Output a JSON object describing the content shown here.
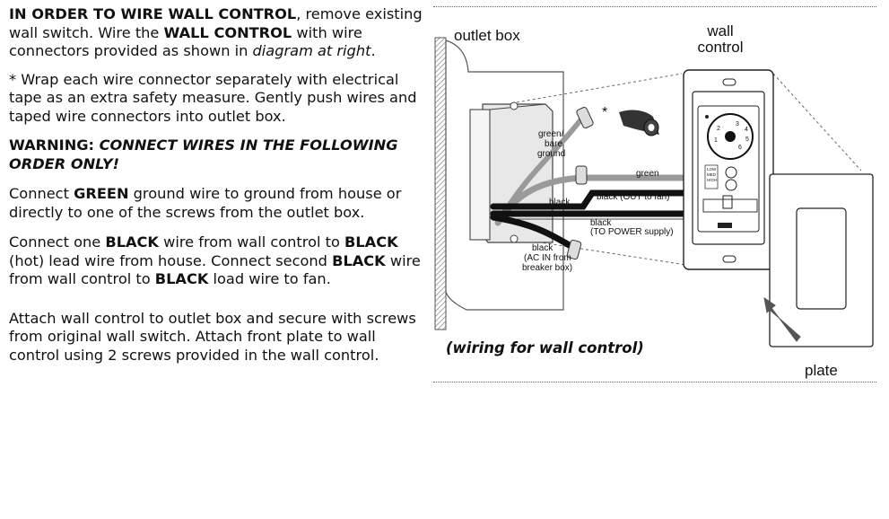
{
  "instructions": {
    "p1": {
      "a": "IN ORDER TO WIRE WALL CONTROL",
      "b": ", remove existing wall switch. Wire the ",
      "c": "WALL CONTROL",
      "d": " with wire connectors provided as shown in ",
      "e": "diagram at right",
      "f": "."
    },
    "p2": "* Wrap each wire connector separately with electrical tape as an extra safety measure. Gently push wires and taped wire connectors into outlet box.",
    "p3": {
      "a": "WARNING",
      "b": ": ",
      "c": "CONNECT WIRES IN THE FOLLOWING ORDER ONLY!"
    },
    "p4": {
      "a": "Connect ",
      "b": "GREEN",
      "c": " ground wire to ground from house or directly to one of the screws from the outlet box."
    },
    "p5": {
      "a": "Connect one ",
      "b": "BLACK",
      "c": " wire from wall control to ",
      "d": "BLACK",
      "e": " (hot) lead wire from house. Connect second ",
      "f": "BLACK",
      "g": " wire from wall control to ",
      "h": "BLACK",
      "i": " load wire to fan."
    },
    "p6": "Attach wall control to outlet box and secure with screws from original wall switch. Attach front plate to wall control using 2 screws provided in the wall control."
  },
  "diagram": {
    "outlet_box_label": "outlet box",
    "wall_control_label_1": "wall",
    "wall_control_label_2": "control",
    "ground_label_1": "green/",
    "ground_label_2": "bare",
    "ground_label_3": "ground",
    "asterisk": "*",
    "green_label": "green",
    "black_label": "black",
    "black_out_label": "black (OUT to fan)",
    "black_power_label_1": "black",
    "black_power_label_2": "(TO POWER supply)",
    "black_ac_label_1": "black",
    "black_ac_label_2": "(AC IN from",
    "black_ac_label_3": "breaker box)",
    "button_labels": [
      "3",
      "4",
      "5",
      "6",
      "1",
      "2"
    ],
    "speed_labels": [
      "LOW",
      "MED",
      "HIGH"
    ],
    "plate_label": "plate",
    "caption": "(wiring for wall control)"
  }
}
